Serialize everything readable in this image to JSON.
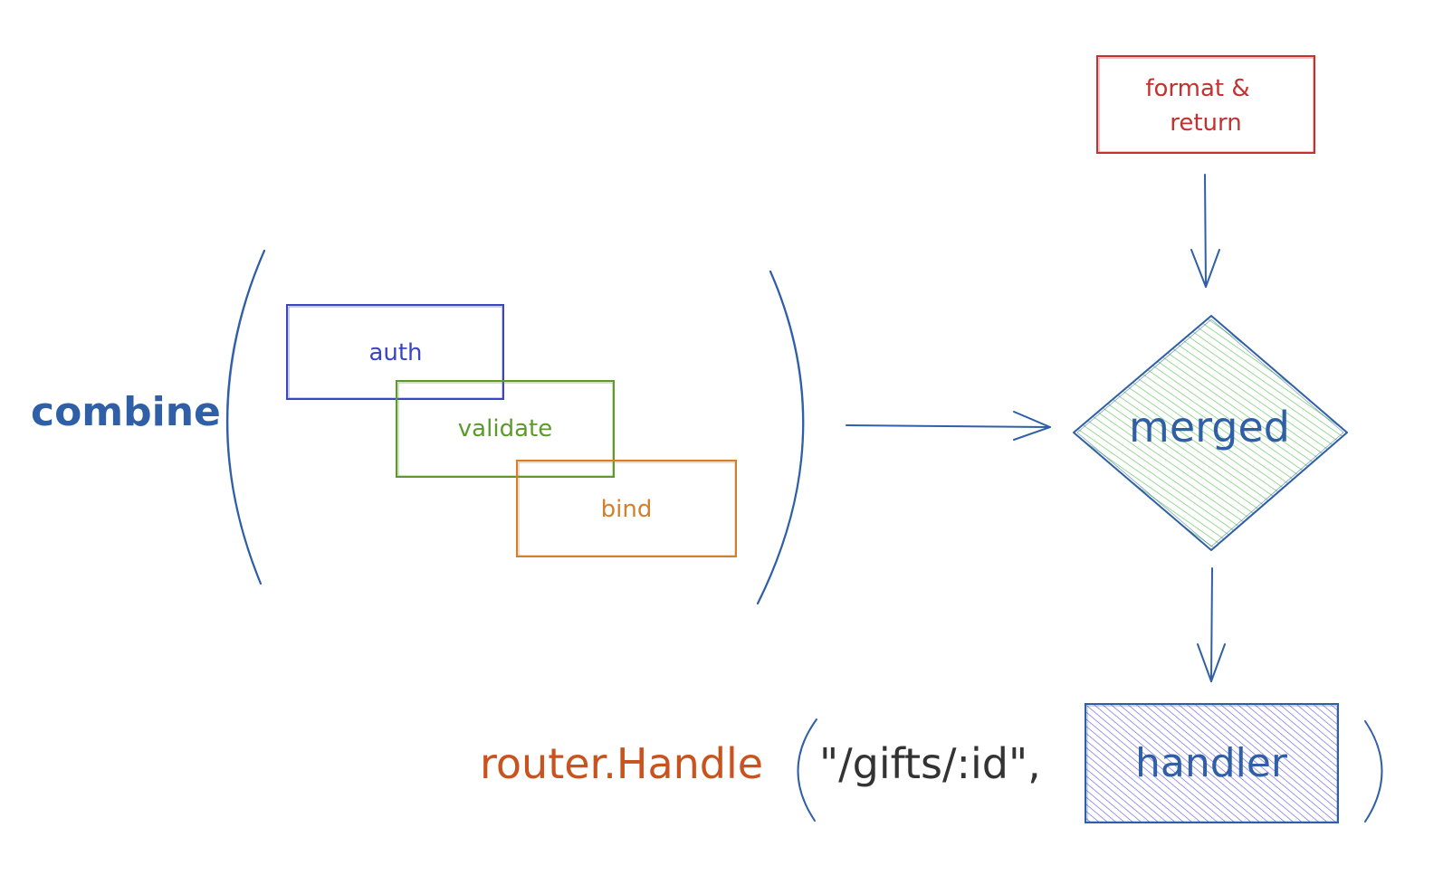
{
  "colors": {
    "blue": "#2f5fa6",
    "indigo": "#3b45c0",
    "green": "#5c9a2a",
    "orange": "#d2802e",
    "red": "#c53030",
    "vermilion": "#c8531f",
    "ink": "#333333",
    "hatch_green": "#7fcf7a",
    "hatch_violet": "#6c5ce7"
  },
  "diagram": {
    "combine_label": "combine",
    "boxes": {
      "auth": "auth",
      "validate": "validate",
      "bind": "bind"
    },
    "format_box": {
      "line1": "format &",
      "line2": "return"
    },
    "merged_label": "merged",
    "router_call": {
      "function": "router.Handle",
      "route": "\"/gifts/:id\",",
      "handler": "handler"
    }
  }
}
